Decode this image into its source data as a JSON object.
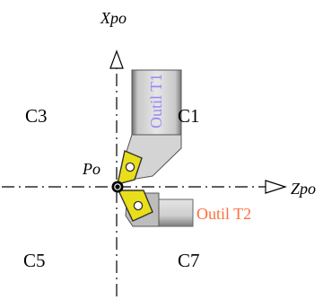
{
  "axes": {
    "x_label": "Xpo",
    "z_label": "Zpo",
    "origin_label": "Po"
  },
  "quadrants": {
    "c1": "C1",
    "c3": "C3",
    "c5": "C5",
    "c7": "C7"
  },
  "tools": {
    "t1": "Outil T1",
    "t2": "Outil T2"
  },
  "colors": {
    "t1_label": "#9b87f5",
    "t2_label": "#ff6e3c",
    "insert_yellow": "#e8df1a",
    "tool_body": "#d9d9d9"
  }
}
